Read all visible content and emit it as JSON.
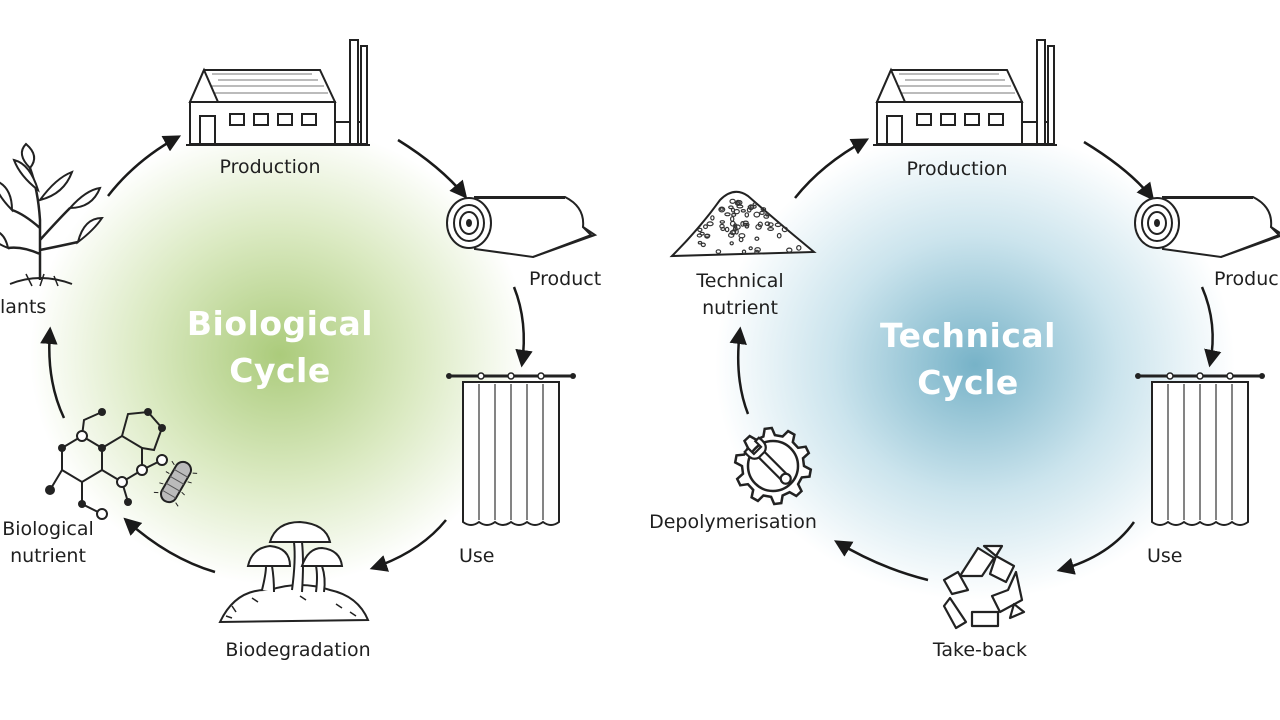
{
  "biological_cycle": {
    "title": "Biological\nCycle",
    "steps": {
      "production": "Production",
      "product": "Product",
      "use": "Use",
      "biodegradation": "Biodegradation",
      "nutrient": "Biological\nnutrient",
      "plants": "lants"
    },
    "icons": {
      "production": "factory-icon",
      "product": "fabric-roll-icon",
      "use": "curtain-icon",
      "biodegradation": "mushroom-icon",
      "nutrient": "molecule-icon",
      "plants": "plant-icon"
    },
    "glow_color": "#a7c97a"
  },
  "technical_cycle": {
    "title": "Technical\nCycle",
    "steps": {
      "production": "Production",
      "product": "Produc",
      "use": "Use",
      "take_back": "Take-back",
      "depolymerisation": "Depolymerisation",
      "nutrient": "Technical\nnutrient"
    },
    "icons": {
      "production": "factory-icon",
      "product": "fabric-roll-icon",
      "use": "curtain-icon",
      "take_back": "recycle-icon",
      "depolymerisation": "gear-wrench-icon",
      "nutrient": "granule-pile-icon"
    },
    "glow_color": "#7fb8cc"
  }
}
